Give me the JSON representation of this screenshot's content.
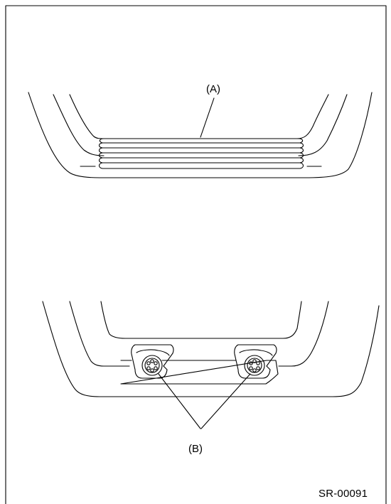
{
  "figure": {
    "callouts": {
      "a": "(A)",
      "b": "(B)"
    },
    "figure_code": "SR-00091",
    "line_color": "#000000",
    "background": "#ffffff"
  }
}
